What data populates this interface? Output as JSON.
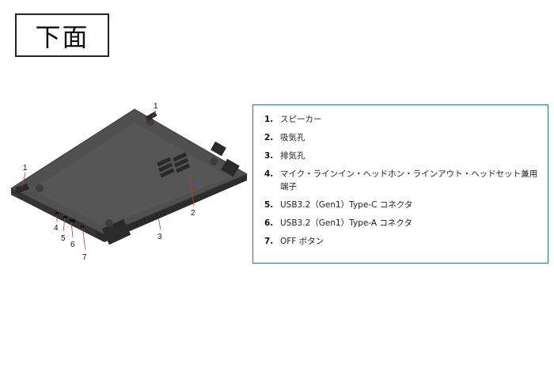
{
  "heading": "下面",
  "callouts": [
    "1",
    "1",
    "2",
    "3",
    "4",
    "5",
    "6",
    "7"
  ],
  "legend": [
    {
      "num": "1.",
      "text": "スピーカー"
    },
    {
      "num": "2.",
      "text": "吸気孔"
    },
    {
      "num": "3.",
      "text": "排気孔"
    },
    {
      "num": "4.",
      "text": "マイク・ラインイン・ヘッドホン・ラインアウト・ヘッドセット兼用端子"
    },
    {
      "num": "5.",
      "text": "USB3.2（Gen1）Type-C コネクタ"
    },
    {
      "num": "6.",
      "text": "USB3.2（Gen1）Type-A コネクタ"
    },
    {
      "num": "7.",
      "text": "OFF ボタン"
    }
  ],
  "colors": {
    "legend_border": "#2f6f95",
    "callout_line": "#c0392b",
    "laptop_body": "#4a4a4a"
  }
}
